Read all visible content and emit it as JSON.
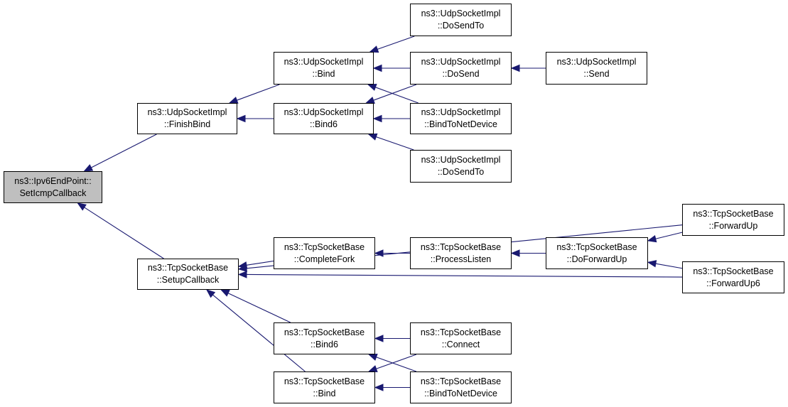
{
  "colors": {
    "edge": "#191970",
    "node_border": "#000000",
    "node_fill": "#ffffff",
    "root_fill": "#bfbfbf"
  },
  "nodes": {
    "root": {
      "line1": "ns3::Ipv6EndPoint::",
      "line2": "SetIcmpCallback"
    },
    "udp_finishbind": {
      "line1": "ns3::UdpSocketImpl",
      "line2": "::FinishBind"
    },
    "udp_bind": {
      "line1": "ns3::UdpSocketImpl",
      "line2": "::Bind"
    },
    "udp_bind6": {
      "line1": "ns3::UdpSocketImpl",
      "line2": "::Bind6"
    },
    "udp_dosendto_a": {
      "line1": "ns3::UdpSocketImpl",
      "line2": "::DoSendTo"
    },
    "udp_dosend": {
      "line1": "ns3::UdpSocketImpl",
      "line2": "::DoSend"
    },
    "udp_bindtonet": {
      "line1": "ns3::UdpSocketImpl",
      "line2": "::BindToNetDevice"
    },
    "udp_dosendto_b": {
      "line1": "ns3::UdpSocketImpl",
      "line2": "::DoSendTo"
    },
    "udp_send": {
      "line1": "ns3::UdpSocketImpl",
      "line2": "::Send"
    },
    "tcp_setupcb": {
      "line1": "ns3::TcpSocketBase",
      "line2": "::SetupCallback"
    },
    "tcp_completefork": {
      "line1": "ns3::TcpSocketBase",
      "line2": "::CompleteFork"
    },
    "tcp_processlisten": {
      "line1": "ns3::TcpSocketBase",
      "line2": "::ProcessListen"
    },
    "tcp_doforwardup": {
      "line1": "ns3::TcpSocketBase",
      "line2": "::DoForwardUp"
    },
    "tcp_forwardup": {
      "line1": "ns3::TcpSocketBase",
      "line2": "::ForwardUp"
    },
    "tcp_forwardup6": {
      "line1": "ns3::TcpSocketBase",
      "line2": "::ForwardUp6"
    },
    "tcp_bind6": {
      "line1": "ns3::TcpSocketBase",
      "line2": "::Bind6"
    },
    "tcp_bind": {
      "line1": "ns3::TcpSocketBase",
      "line2": "::Bind"
    },
    "tcp_connect": {
      "line1": "ns3::TcpSocketBase",
      "line2": "::Connect"
    },
    "tcp_bindtonet": {
      "line1": "ns3::TcpSocketBase",
      "line2": "::BindToNetDevice"
    }
  },
  "edges": [
    {
      "from": "udp_finishbind",
      "to": "root"
    },
    {
      "from": "tcp_setupcb",
      "to": "root"
    },
    {
      "from": "udp_bind",
      "to": "udp_finishbind"
    },
    {
      "from": "udp_bind6",
      "to": "udp_finishbind"
    },
    {
      "from": "udp_dosendto_a",
      "to": "udp_bind"
    },
    {
      "from": "udp_dosend",
      "to": "udp_bind"
    },
    {
      "from": "udp_bindtonet",
      "to": "udp_bind"
    },
    {
      "from": "udp_dosend",
      "to": "udp_bind6"
    },
    {
      "from": "udp_bindtonet",
      "to": "udp_bind6"
    },
    {
      "from": "udp_dosendto_b",
      "to": "udp_bind6"
    },
    {
      "from": "udp_send",
      "to": "udp_dosend"
    },
    {
      "from": "tcp_completefork",
      "to": "tcp_setupcb"
    },
    {
      "from": "tcp_forwardup",
      "to": "tcp_setupcb"
    },
    {
      "from": "tcp_forwardup6",
      "to": "tcp_setupcb"
    },
    {
      "from": "tcp_bind6",
      "to": "tcp_setupcb"
    },
    {
      "from": "tcp_bind",
      "to": "tcp_setupcb"
    },
    {
      "from": "tcp_processlisten",
      "to": "tcp_completefork"
    },
    {
      "from": "tcp_doforwardup",
      "to": "tcp_processlisten"
    },
    {
      "from": "tcp_forwardup",
      "to": "tcp_doforwardup"
    },
    {
      "from": "tcp_forwardup6",
      "to": "tcp_doforwardup"
    },
    {
      "from": "tcp_connect",
      "to": "tcp_bind6"
    },
    {
      "from": "tcp_bindtonet",
      "to": "tcp_bind6"
    },
    {
      "from": "tcp_connect",
      "to": "tcp_bind"
    },
    {
      "from": "tcp_bindtonet",
      "to": "tcp_bind"
    }
  ]
}
